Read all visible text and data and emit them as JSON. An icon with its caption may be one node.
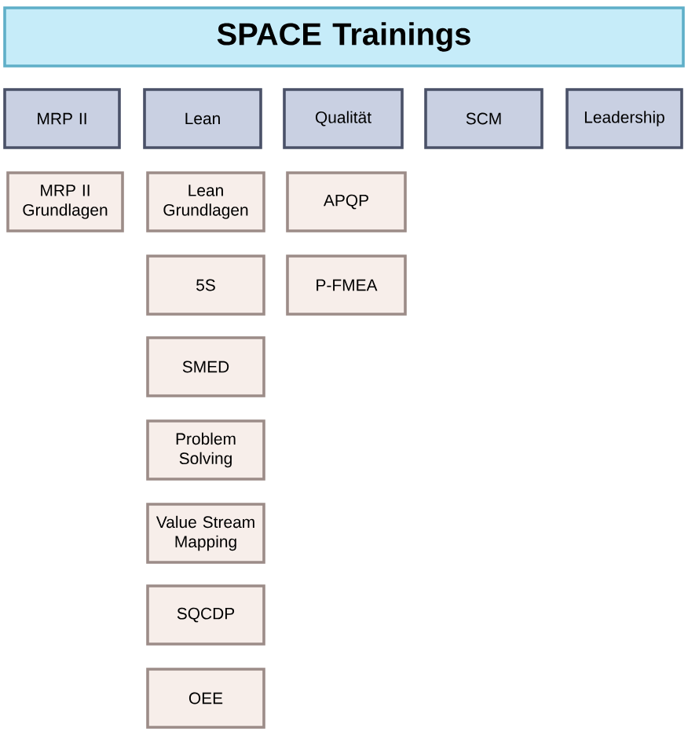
{
  "diagram": {
    "nodes": [
      {
        "text": [
          "SPACE Trainings"
        ]
      },
      {
        "text": [
          "MRP II"
        ]
      },
      {
        "text": [
          "Lean"
        ]
      },
      {
        "text": [
          "Qualität"
        ]
      },
      {
        "text": [
          "SCM"
        ]
      },
      {
        "text": [
          "Leadership"
        ]
      },
      {
        "text": [
          "MRP II Grundlagen"
        ]
      },
      {
        "text": [
          "Lean Grundlagen"
        ]
      },
      {
        "text": [
          "APQP"
        ]
      },
      {
        "text": [
          "5S"
        ]
      },
      {
        "text": [
          "P-FMEA"
        ]
      },
      {
        "text": [
          "SMED"
        ]
      },
      {
        "text": [
          "Problem Solving"
        ]
      },
      {
        "text": [
          "Value Stream Mapping"
        ]
      },
      {
        "text": [
          "SQCDP"
        ]
      },
      {
        "text": [
          "OEE"
        ]
      }
    ]
  }
}
